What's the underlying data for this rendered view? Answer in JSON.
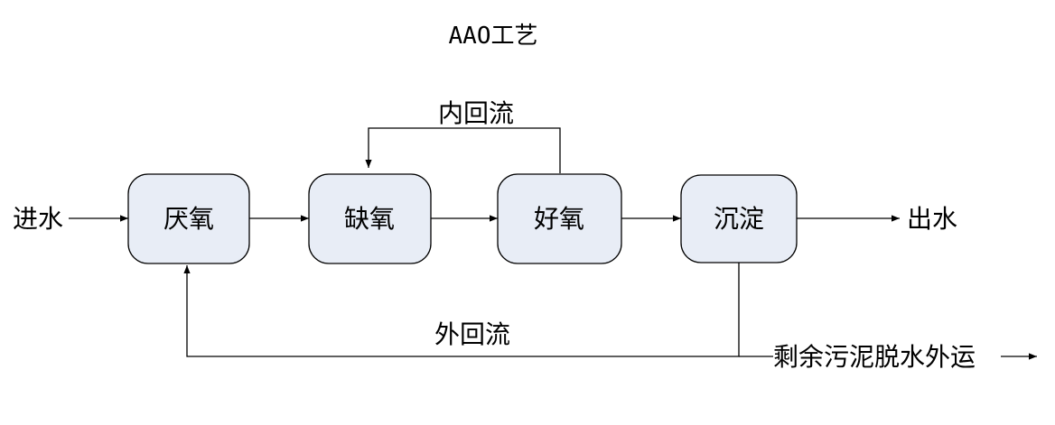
{
  "title": "AAO工艺",
  "stages": {
    "anaerobic": "厌氧",
    "anoxic": "缺氧",
    "aerobic": "好氧",
    "settling": "沉淀"
  },
  "inflow_label": "进水",
  "outflow_label": "出水",
  "internal_recycle_label": "内回流",
  "external_recycle_label": "外回流",
  "sludge_label": "剩余污泥脱水外运",
  "colors": {
    "box_fill": "#e8edf6",
    "stroke": "#000000"
  }
}
